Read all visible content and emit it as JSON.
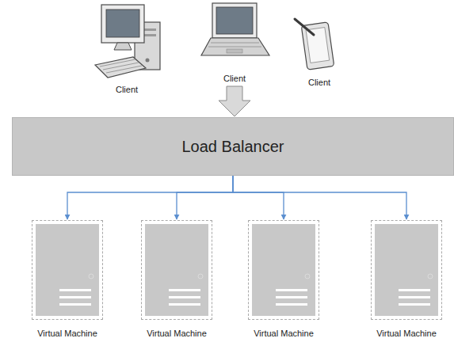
{
  "diagram": {
    "nodes": [
      {
        "text": [
          "Client"
        ]
      },
      {
        "text": [
          "Client"
        ]
      },
      {
        "text": [
          "Client"
        ]
      },
      {
        "text": [
          "Load Balancer"
        ]
      },
      {
        "text": [
          "Virtual Machine"
        ]
      },
      {
        "text": [
          "Virtual Machine"
        ]
      },
      {
        "text": [
          "Virtual Machine"
        ]
      },
      {
        "text": [
          "Virtual Machine"
        ]
      }
    ],
    "edges": [
      {
        "from": 1,
        "to": 3,
        "arrow": "to"
      },
      {
        "from": 3,
        "to": 4,
        "arrow": "to"
      },
      {
        "from": 3,
        "to": 5,
        "arrow": "to"
      },
      {
        "from": 3,
        "to": 6,
        "arrow": "to"
      },
      {
        "from": 3,
        "to": 7,
        "arrow": "to"
      }
    ]
  }
}
